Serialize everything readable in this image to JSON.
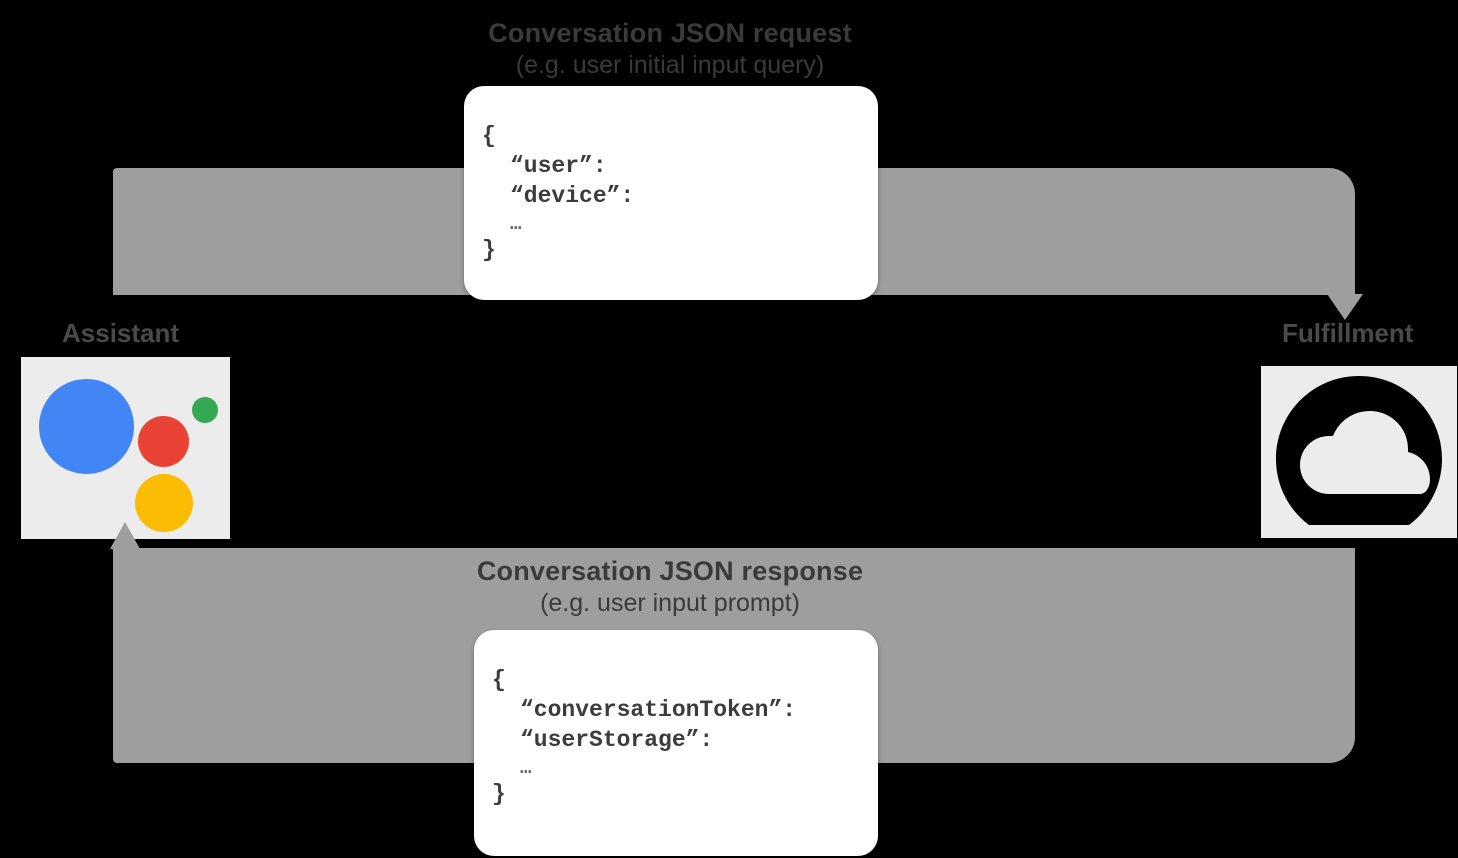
{
  "diagram": {
    "title": "Google Assistant conversation request and response flow",
    "background_color": "#000000",
    "arrow_color": "#9e9e9e",
    "card_color": "#ffffff",
    "tile_color": "#ececec",
    "text_color": "#3a3a3a"
  },
  "request_flow": {
    "title": "Conversation JSON request",
    "subtitle": "(e.g. user initial input query)",
    "json": {
      "open_brace": "{",
      "keys": [
        "“user”:",
        "“device”:"
      ],
      "ellipsis": "…",
      "close_brace": "}"
    }
  },
  "response_flow": {
    "title": "Conversation JSON response",
    "subtitle": "(e.g. user input prompt)",
    "json": {
      "open_brace": "{",
      "keys": [
        "“conversationToken”:",
        "“userStorage”:"
      ],
      "ellipsis": "…",
      "close_brace": "}"
    }
  },
  "nodes": {
    "assistant": {
      "label": "Assistant",
      "icon": "google-assistant-icon",
      "dot_colors": {
        "blue": "#4285f4",
        "red": "#ea4335",
        "green": "#34a853",
        "yellow": "#fbbc04"
      }
    },
    "fulfillment": {
      "label": "Fulfillment",
      "icon": "cloud-functions-icon",
      "icon_color": "#000000"
    }
  }
}
